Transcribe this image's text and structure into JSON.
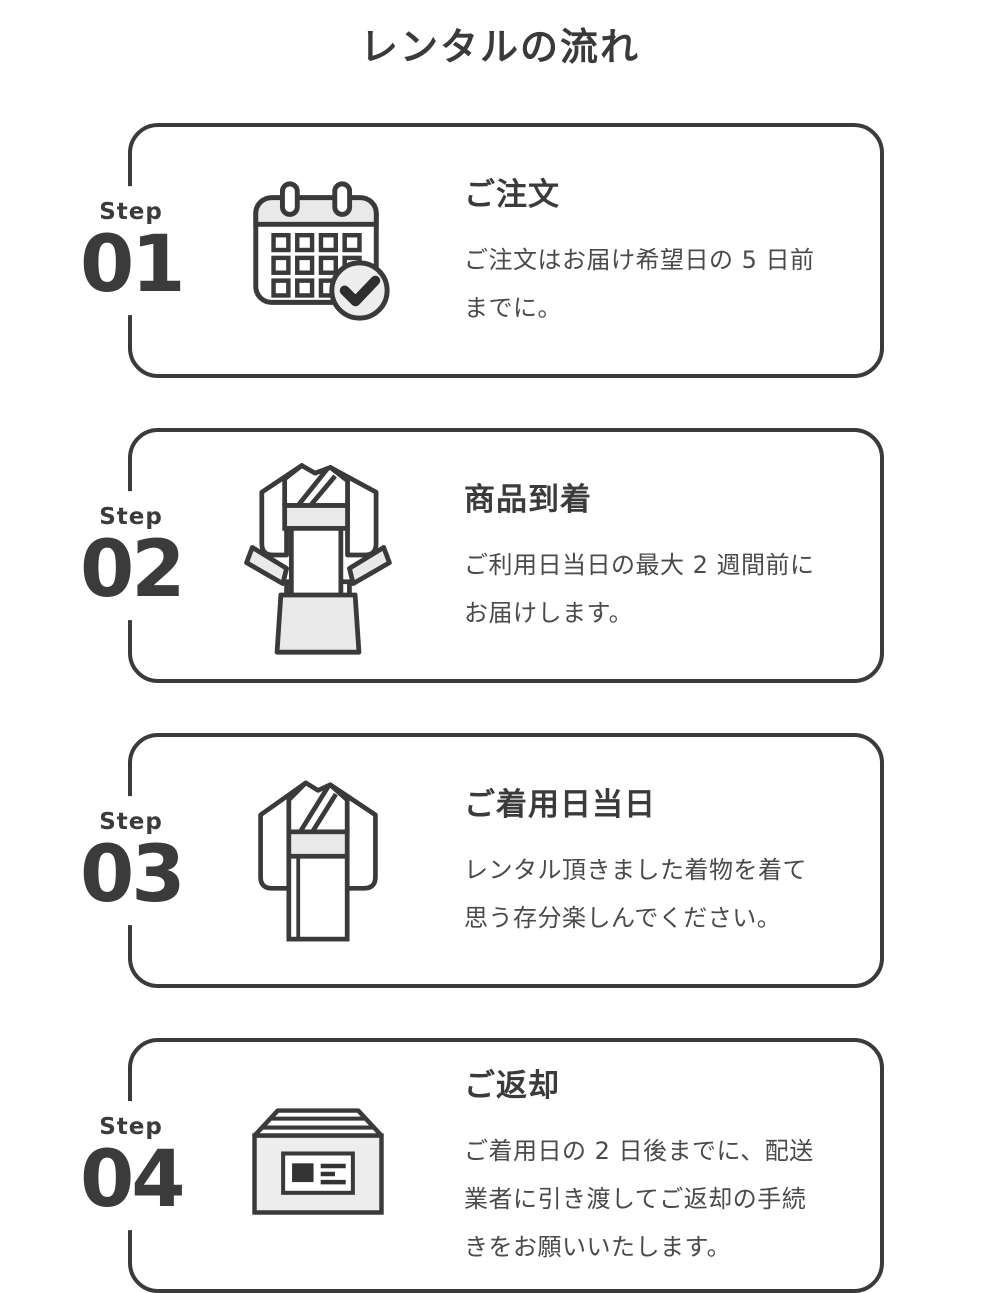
{
  "page": {
    "title": "レンタルの流れ"
  },
  "colors": {
    "stroke_dark": "#3a3a3a",
    "body_text": "#4a4a4a",
    "icon_fill_gray": "#e9e9e9",
    "background": "#ffffff"
  },
  "steps": [
    {
      "label": "Step",
      "number": "01",
      "icon": "calendar-check-icon",
      "heading": "ご注文",
      "body": "ご注文はお届け希望日の 5 日前\nまでに。"
    },
    {
      "label": "Step",
      "number": "02",
      "icon": "kimono-in-box-icon",
      "heading": "商品到着",
      "body": "ご利用日当日の最大 2 週間前に\nお届けします。"
    },
    {
      "label": "Step",
      "number": "03",
      "icon": "kimono-icon",
      "heading": "ご着用日当日",
      "body": "レンタル頂きました着物を着て\n思う存分楽しんでください。"
    },
    {
      "label": "Step",
      "number": "04",
      "icon": "shipping-box-icon",
      "heading": "ご返却",
      "body": "ご着用日の 2 日後までに、配送\n業者に引き渡してご返却の手続\nきをお願いいたします。"
    }
  ]
}
